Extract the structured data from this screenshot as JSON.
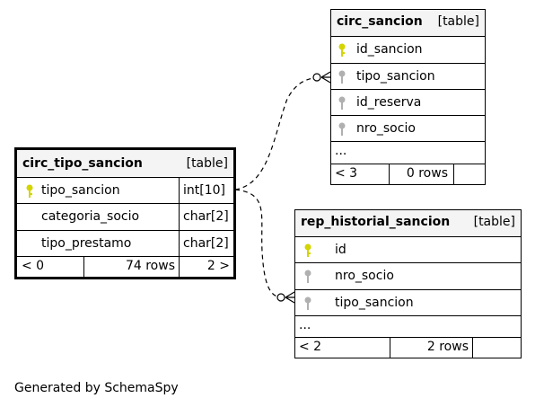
{
  "tables": {
    "circ_sancion": {
      "name": "circ_sancion",
      "tag": "[table]",
      "columns": [
        "id_sancion",
        "tipo_sancion",
        "id_reserva",
        "nro_socio"
      ],
      "ellipsis": "...",
      "footer": {
        "parents": "< 3",
        "rows": "0 rows"
      }
    },
    "circ_tipo_sancion": {
      "name": "circ_tipo_sancion",
      "tag": "[table]",
      "columns": [
        {
          "name": "tipo_sancion",
          "type": "int[10]"
        },
        {
          "name": "categoria_socio",
          "type": "char[2]"
        },
        {
          "name": "tipo_prestamo",
          "type": "char[2]"
        }
      ],
      "footer": {
        "parents": "< 0",
        "rows": "74 rows",
        "children": "2 >"
      }
    },
    "rep_historial_sancion": {
      "name": "rep_historial_sancion",
      "tag": "[table]",
      "columns": [
        "id",
        "nro_socio",
        "tipo_sancion"
      ],
      "ellipsis": "...",
      "footer": {
        "parents": "< 2",
        "rows": "2 rows"
      }
    }
  },
  "colors": {
    "primary_key": "#d4d400",
    "foreign_key": "#b0b0b0",
    "header_bg": "#f4f4f4"
  },
  "footer_text": "Generated by SchemaSpy"
}
